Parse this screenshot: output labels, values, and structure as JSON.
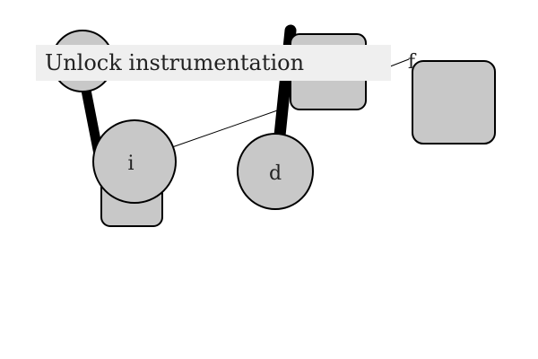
{
  "banner": {
    "text": "Unlock instrumentation"
  },
  "nodes": {
    "i": {
      "label": "i"
    },
    "d": {
      "label": "d"
    },
    "f": {
      "label": "f"
    }
  },
  "colors": {
    "node_fill": "#c8c8c8",
    "stroke": "#000000",
    "banner_bg": "#efefef",
    "text": "#222222"
  }
}
